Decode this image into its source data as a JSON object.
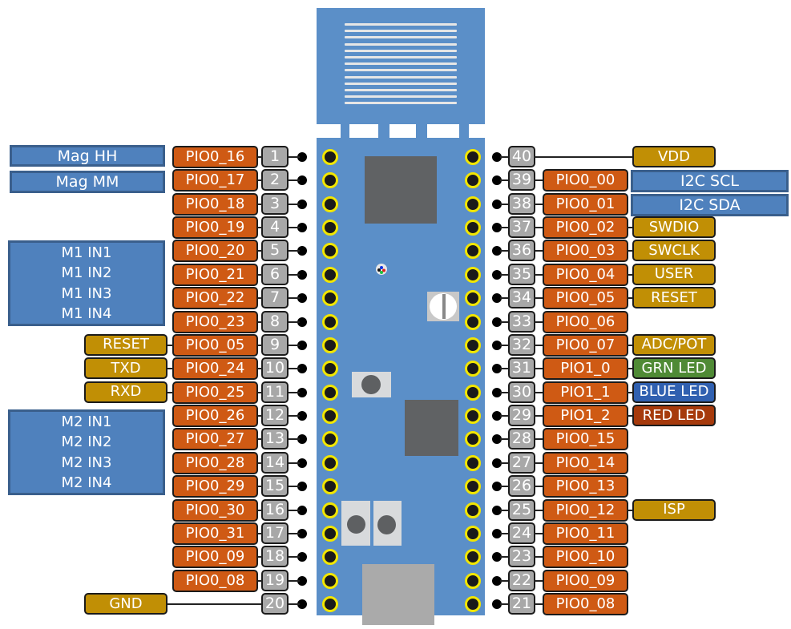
{
  "diagram": {
    "type": "board-pinout",
    "left_pins": [
      {
        "pin": "1",
        "gpio": "PIO0_16"
      },
      {
        "pin": "2",
        "gpio": "PIO0_17"
      },
      {
        "pin": "3",
        "gpio": "PIO0_18"
      },
      {
        "pin": "4",
        "gpio": "PIO0_19"
      },
      {
        "pin": "5",
        "gpio": "PIO0_20"
      },
      {
        "pin": "6",
        "gpio": "PIO0_21"
      },
      {
        "pin": "7",
        "gpio": "PIO0_22"
      },
      {
        "pin": "8",
        "gpio": "PIO0_23"
      },
      {
        "pin": "9",
        "gpio": "PIO0_05",
        "function": "RESET",
        "func_color": "gold"
      },
      {
        "pin": "10",
        "gpio": "PIO0_24",
        "function": "TXD",
        "func_color": "gold"
      },
      {
        "pin": "11",
        "gpio": "PIO0_25",
        "function": "RXD",
        "func_color": "gold"
      },
      {
        "pin": "12",
        "gpio": "PIO0_26"
      },
      {
        "pin": "13",
        "gpio": "PIO0_27"
      },
      {
        "pin": "14",
        "gpio": "PIO0_28"
      },
      {
        "pin": "15",
        "gpio": "PIO0_29"
      },
      {
        "pin": "16",
        "gpio": "PIO0_30"
      },
      {
        "pin": "17",
        "gpio": "PIO0_31"
      },
      {
        "pin": "18",
        "gpio": "PIO0_09"
      },
      {
        "pin": "19",
        "gpio": "PIO0_08"
      },
      {
        "pin": "20",
        "gpio": "",
        "function": "GND",
        "func_color": "gold"
      }
    ],
    "right_pins": [
      {
        "pin": "40",
        "gpio": "",
        "function": "VDD",
        "func_color": "gold"
      },
      {
        "pin": "39",
        "gpio": "PIO0_00"
      },
      {
        "pin": "38",
        "gpio": "PIO0_01"
      },
      {
        "pin": "37",
        "gpio": "PIO0_02",
        "function": "SWDIO",
        "func_color": "gold"
      },
      {
        "pin": "36",
        "gpio": "PIO0_03",
        "function": "SWCLK",
        "func_color": "gold"
      },
      {
        "pin": "35",
        "gpio": "PIO0_04",
        "function": "USER",
        "func_color": "gold"
      },
      {
        "pin": "34",
        "gpio": "PIO0_05",
        "function": "RESET",
        "func_color": "gold"
      },
      {
        "pin": "33",
        "gpio": "PIO0_06"
      },
      {
        "pin": "32",
        "gpio": "PIO0_07",
        "function": "ADC/POT",
        "func_color": "gold"
      },
      {
        "pin": "31",
        "gpio": "PIO1_0",
        "function": "GRN LED",
        "func_color": "green"
      },
      {
        "pin": "30",
        "gpio": "PIO1_1",
        "function": "BLUE LED",
        "func_color": "blue"
      },
      {
        "pin": "29",
        "gpio": "PIO1_2",
        "function": "RED LED",
        "func_color": "red"
      },
      {
        "pin": "28",
        "gpio": "PIO0_15"
      },
      {
        "pin": "27",
        "gpio": "PIO0_14"
      },
      {
        "pin": "26",
        "gpio": "PIO0_13"
      },
      {
        "pin": "25",
        "gpio": "PIO0_12",
        "function": "ISP",
        "func_color": "gold"
      },
      {
        "pin": "24",
        "gpio": "PIO0_11"
      },
      {
        "pin": "23",
        "gpio": "PIO0_10"
      },
      {
        "pin": "22",
        "gpio": "PIO0_09"
      },
      {
        "pin": "21",
        "gpio": "PIO0_08"
      }
    ],
    "annotations": {
      "mag_hh": "Mag HH",
      "mag_mm": "Mag MM",
      "m1": [
        "M1 IN1",
        "M1 IN2",
        "M1 IN3",
        "M1 IN4"
      ],
      "m2": [
        "M2 IN1",
        "M2 IN2",
        "M2 IN3",
        "M2 IN4"
      ],
      "i2c_scl": "I2C SCL",
      "i2c_sda": "I2C SDA"
    },
    "colors": {
      "gpio": "#cf5a14",
      "pin_number": "#a8a8a8",
      "gold": "#c18f05",
      "green": "#4f8a35",
      "blue": "#3060b0",
      "red": "#a63a0c",
      "annotation": "#4f81bd",
      "board": "#5b8fc8",
      "pad_ring": "#f2e600"
    }
  }
}
